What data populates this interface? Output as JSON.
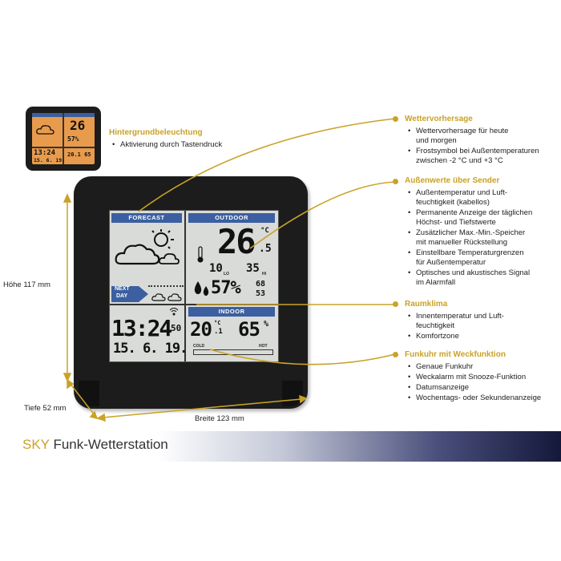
{
  "small_device": {
    "icon_name": "backlit-weather-station-thumbnail",
    "temp": "26",
    "humidity": "57%",
    "time": "13:24",
    "date": "15. 6. 19.",
    "indoor": "20.1 65"
  },
  "backlight": {
    "heading": "Hintergrundbeleuchtung",
    "bullets": [
      "Aktivierung durch Tastendruck"
    ]
  },
  "forecast": {
    "heading": "Wettervorhersage",
    "bullets": [
      [
        "Wettervorhersage für heute",
        "und morgen"
      ],
      [
        "Frostsymbol bei Außentemperaturen",
        "zwischen -2 °C und +3 °C"
      ]
    ]
  },
  "outdoor": {
    "heading": "Außenwerte über Sender",
    "bullets": [
      [
        "Außentemperatur und Luft-",
        "feuchtigkeit (kabellos)"
      ],
      [
        "Permanente Anzeige der täglichen",
        "Höchst- und Tiefstwerte"
      ],
      [
        "Zusätzlicher Max.-Min.-Speicher",
        "mit manueller Rückstellung"
      ],
      [
        "Einstellbare Temperaturgrenzen",
        "für Außentemperatur"
      ],
      [
        "Optisches und akustisches Signal",
        "im Alarmfall"
      ]
    ]
  },
  "indoor": {
    "heading": "Raumklima",
    "bullets": [
      [
        "Innentemperatur und Luft-",
        "feuchtigkeit"
      ],
      [
        "Komfortzone"
      ]
    ]
  },
  "clock": {
    "heading": "Funkuhr mit Weckfunktion",
    "bullets": [
      [
        "Genaue Funkuhr"
      ],
      [
        "Weckalarm mit Snooze-Funktion"
      ],
      [
        "Datumsanzeige"
      ],
      [
        "Wochentags- oder Sekundenanzeige"
      ]
    ]
  },
  "dimensions": {
    "height": "Höhe 117 mm",
    "depth": "Tiefe 52 mm",
    "width": "Breite 123 mm"
  },
  "lcd": {
    "forecast_label": "FORECAST",
    "outdoor_label": "OUTDOOR",
    "indoor_label": "INDOOR",
    "next_day_1": "NEXT",
    "next_day_2": "DAY",
    "outdoor_temp": "26",
    "outdoor_temp_dec": ".5",
    "unit_c": "°C",
    "min_temp": "10",
    "max_temp": "35",
    "humidity": "57%",
    "hum_max": "68",
    "hum_min": "53",
    "time": "13:24",
    "seconds": "50",
    "date": "15. 6. 19.",
    "indoor_temp": "20",
    "indoor_temp_dec": ".1",
    "indoor_hum": "65",
    "indoor_hum_unit": "%",
    "cold": "COLD",
    "hot": "HOT",
    "lo": "LO",
    "hi": "HI"
  },
  "product": {
    "brand": "SKY",
    "name": "Funk-Wetterstation"
  },
  "colors": {
    "accent": "#c9a227",
    "lcd_blue": "#3b5fa0",
    "lcd_bg": "#d9dbd8",
    "device": "#1c1c1c"
  }
}
